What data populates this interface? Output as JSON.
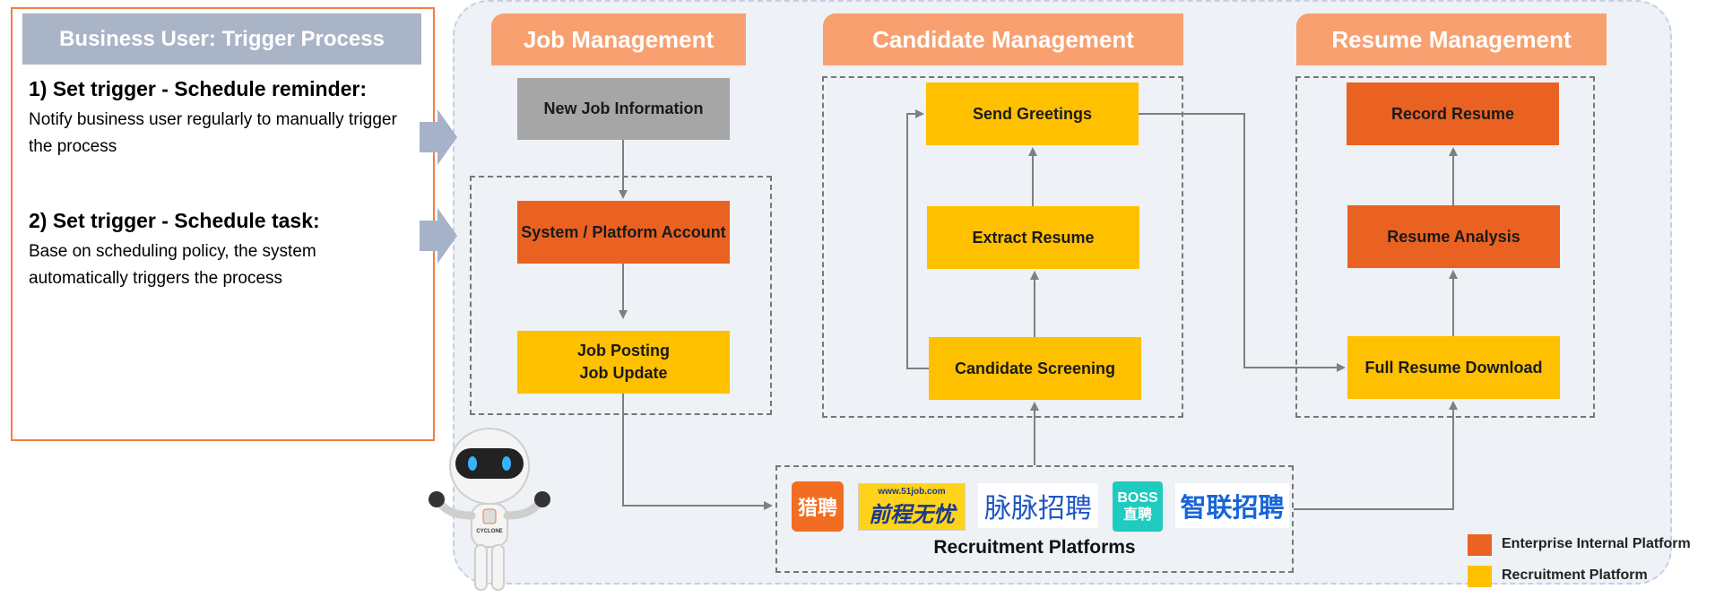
{
  "colors": {
    "enterprise_internal": "#ea6222",
    "recruitment": "#ffc000",
    "neutral_node": "#a6a6a6",
    "tab": "#f9a070",
    "panel_header": "#aab4c7"
  },
  "left_panel": {
    "header": "Business User: Trigger Process",
    "steps": [
      {
        "title": "1) Set trigger - Schedule reminder:",
        "desc": "Notify business user regularly to manually trigger the process"
      },
      {
        "title": "2) Set trigger - Schedule task:",
        "desc": "Base on scheduling policy, the system automatically triggers the process"
      }
    ]
  },
  "sections": {
    "job": "Job Management",
    "candidate": "Candidate Management",
    "resume": "Resume Management"
  },
  "nodes": {
    "new_job": "New Job Information",
    "account": "System / Platform Account",
    "posting": "Job Posting\nJob Update",
    "greetings": "Send Greetings",
    "extract": "Extract Resume",
    "screening": "Candidate Screening",
    "record": "Record Resume",
    "analysis": "Resume Analysis",
    "download": "Full Resume Download"
  },
  "platforms": {
    "label": "Recruitment Platforms",
    "logos": [
      {
        "name": "liepin",
        "text": "猎聘"
      },
      {
        "name": "51job",
        "text": "前程无忧",
        "subtext": "www.51job.com"
      },
      {
        "name": "maimai",
        "text": "脉脉招聘"
      },
      {
        "name": "boss",
        "text": "BOSS\n直聘"
      },
      {
        "name": "zhilian",
        "text": "智联招聘"
      }
    ]
  },
  "robot": {
    "badge": "CYCLONE"
  },
  "legend": [
    {
      "label": "Enterprise Internal Platform",
      "color": "#ea6222"
    },
    {
      "label": "Recruitment Platform",
      "color": "#ffc000"
    }
  ]
}
